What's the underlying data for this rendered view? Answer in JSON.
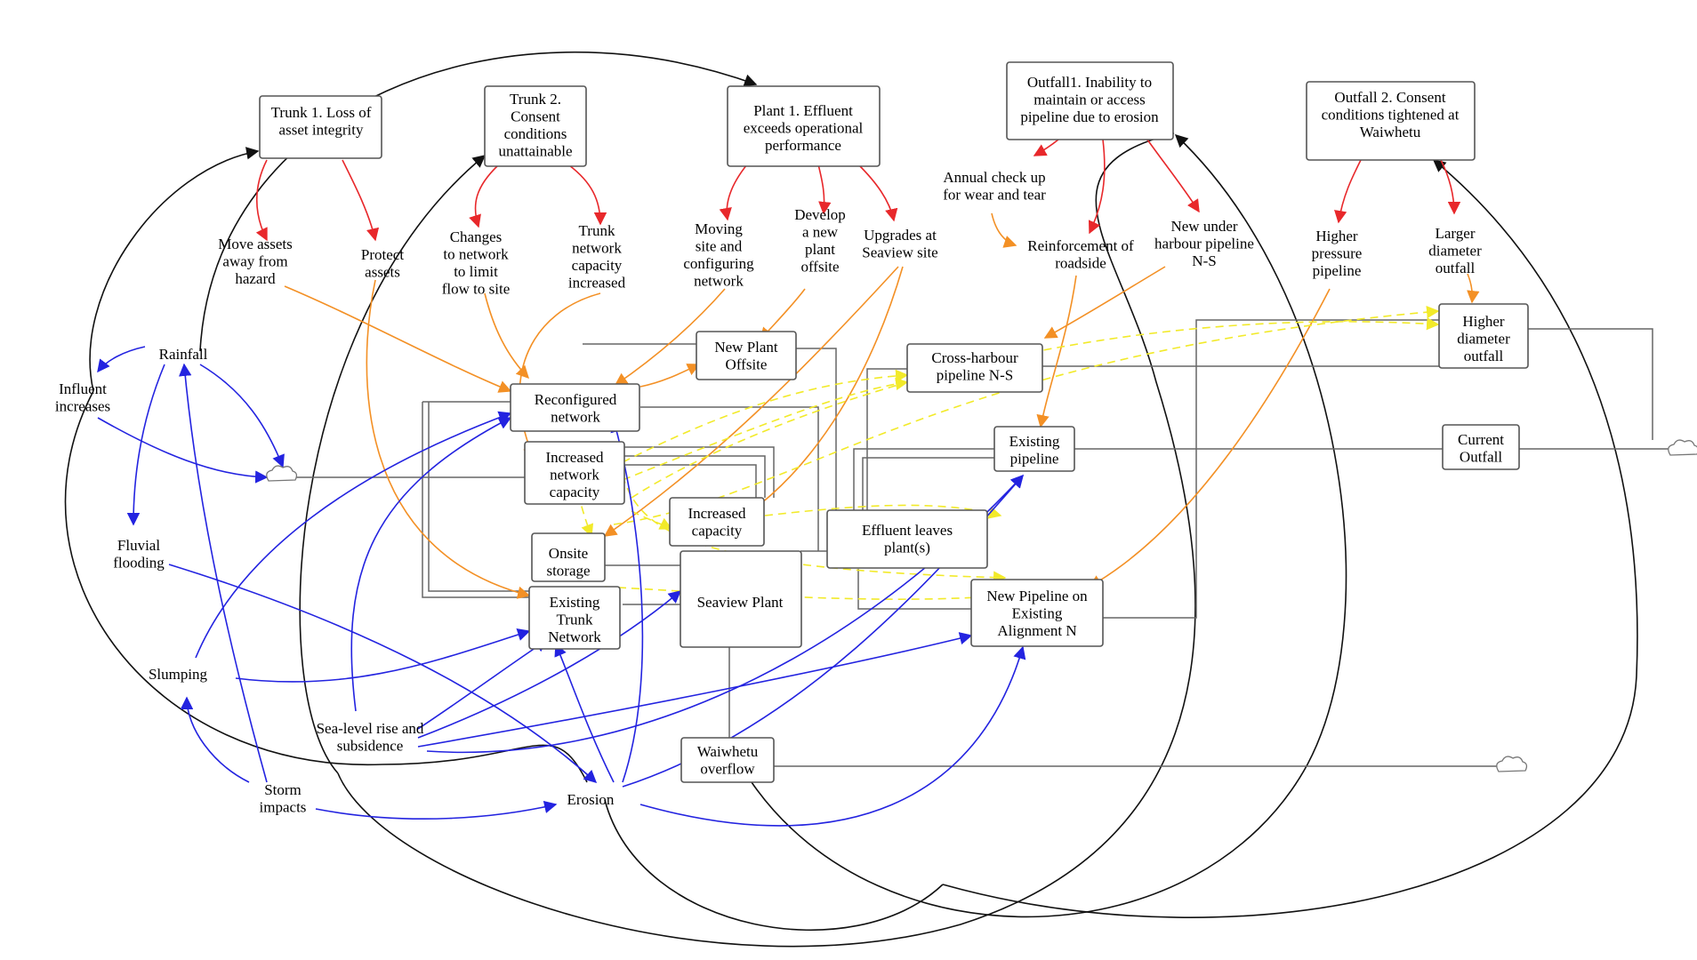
{
  "colors": {
    "consequence_link": "#e8282b",
    "option_link": "#f39025",
    "driver_link": "#2323e0",
    "dependency_link": "#f2ea2a",
    "feedback_loop": "#111111",
    "stock_border": "#555555"
  },
  "risks": {
    "trunk1": [
      "Trunk 1. Loss of",
      "asset integrity"
    ],
    "trunk2": [
      "Trunk 2.",
      "Consent",
      "conditions",
      "unattainable"
    ],
    "plant1": [
      "Plant 1. Effluent",
      "exceeds operational",
      "performance"
    ],
    "outfall1": [
      "Outfall1. Inability to",
      "maintain or access",
      "pipeline due to erosion"
    ],
    "outfall2": [
      "Outfall 2. Consent",
      "conditions tightened at",
      "Waiwhetu"
    ]
  },
  "options": {
    "move_assets": [
      "Move assets",
      "away from",
      "hazard"
    ],
    "protect_assets": [
      "Protect",
      "assets"
    ],
    "changes_network": [
      "Changes",
      "to network",
      "to limit",
      "flow to site"
    ],
    "trunk_capacity": [
      "Trunk",
      "network",
      "capacity",
      "increased"
    ],
    "moving_site": [
      "Moving",
      "site and",
      "configuring",
      "network"
    ],
    "develop_plant": [
      "Develop",
      "a new",
      "plant",
      "offsite"
    ],
    "upgrades_seaview": [
      "Upgrades at",
      "Seaview site"
    ],
    "annual_check": [
      "Annual check up",
      "for wear and tear"
    ],
    "reinforcement": [
      "Reinforcement of",
      "roadside"
    ],
    "new_under_harbour": [
      "New under",
      "harbour pipeline",
      "N-S"
    ],
    "higher_pressure": [
      "Higher",
      "pressure",
      "pipeline"
    ],
    "larger_diameter": [
      "Larger",
      "diameter",
      "outfall"
    ]
  },
  "stocks": {
    "new_plant_offsite": [
      "New Plant",
      "Offsite"
    ],
    "reconfigured_network": [
      "Reconfigured",
      "network"
    ],
    "increased_network_capacity": [
      "Increased",
      "network",
      "capacity"
    ],
    "increased_capacity": [
      "Increased",
      "capacity"
    ],
    "onsite_storage": [
      "Onsite",
      "storage"
    ],
    "existing_trunk_network": [
      "Existing",
      "Trunk",
      "Network"
    ],
    "seaview_plant": [
      "Seaview Plant"
    ],
    "effluent_leaves": [
      "Effluent leaves",
      "plant(s)"
    ],
    "cross_harbour": [
      "Cross-harbour",
      "pipeline N-S"
    ],
    "existing_pipeline": [
      "Existing",
      "pipeline"
    ],
    "new_pipeline_existing": [
      "New Pipeline on",
      "Existing",
      "Alignment N"
    ],
    "higher_diameter_outfall": [
      "Higher",
      "diameter",
      "outfall"
    ],
    "current_outfall": [
      "Current",
      "Outfall"
    ],
    "waiwhetu_overflow": [
      "Waiwhetu",
      "overflow"
    ]
  },
  "drivers": {
    "rainfall": [
      "Rainfall"
    ],
    "influent_increases": [
      "Influent",
      "increases"
    ],
    "fluvial_flooding": [
      "Fluvial",
      "flooding"
    ],
    "slumping": [
      "Slumping"
    ],
    "sea_level_rise": [
      "Sea-level rise and",
      "subsidence"
    ],
    "storm_impacts": [
      "Storm",
      "impacts"
    ],
    "erosion": [
      "Erosion"
    ]
  }
}
